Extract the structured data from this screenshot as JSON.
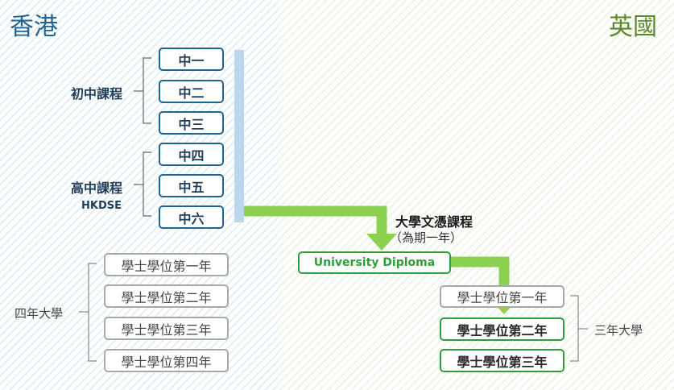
{
  "regions": {
    "left": "香港",
    "right": "英國"
  },
  "colors": {
    "hk_title": "#1f6391",
    "uk_title": "#5a8a28",
    "arrow": "#8cd250",
    "vertical_bar": "#bcd7ec"
  },
  "hk": {
    "junior_label": "初中課程",
    "senior_label": "高中課程",
    "senior_sub": "HKDSE",
    "junior_boxes": [
      "中一",
      "中二",
      "中三"
    ],
    "senior_boxes": [
      "中四",
      "中五",
      "中六"
    ],
    "university_label": "四年大學",
    "university_boxes": [
      "學士學位第一年",
      "學士學位第二年",
      "學士學位第三年",
      "學士學位第四年"
    ]
  },
  "uk": {
    "diploma_title": "大學文憑課程",
    "diploma_sub": "（為期一年）",
    "diploma_box": "University Diploma",
    "year1": "學士學位第一年",
    "year2": "學士學位第二年",
    "year3": "學士學位第三年",
    "university_label": "三年大學"
  }
}
